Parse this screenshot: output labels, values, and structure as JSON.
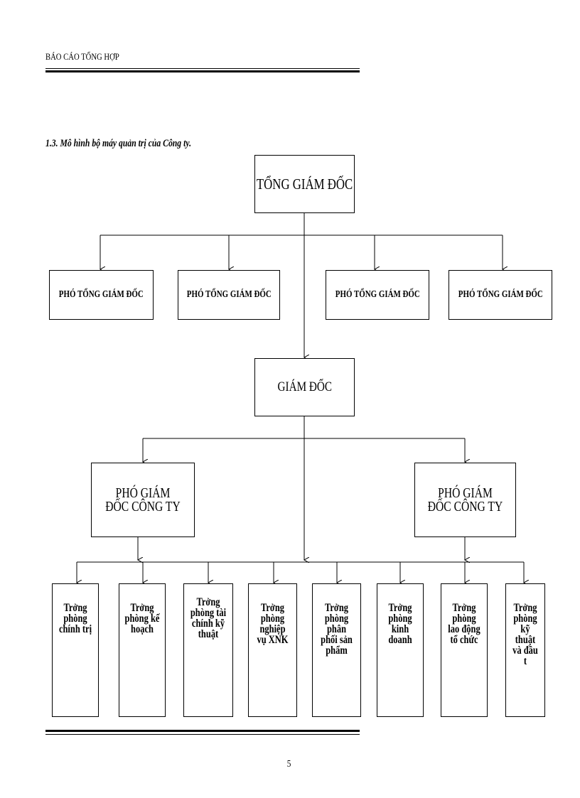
{
  "header": {
    "title": "BÁO CÁO TỔNG HỢP"
  },
  "section": {
    "heading": "1.3. Mô hình bộ máy quản trị của Công ty."
  },
  "org": {
    "ceo": "TỔNG GIÁM ĐỐC",
    "deputy_ceos": [
      "PHÓ TỔNG GIÁM ĐỐC",
      "PHÓ TỔNG GIÁM ĐỐC",
      "PHÓ TỔNG GIÁM ĐỐC",
      "PHÓ TỔNG GIÁM ĐỐC"
    ],
    "director": "GIÁM ĐỐC",
    "deputy_directors": [
      "PHÓ GIÁM ĐỐC CÔNG TY",
      "PHÓ GIÁM ĐỐC CÔNG TY"
    ],
    "departments": [
      "Trởng phòng chính trị",
      "Trởng phòng kế hoạch",
      "Trởng phòng tài chính kỹ thuật",
      "Trởng phòng nghiệp vụ XNK",
      "Trởng phòng phân phối sản phẩm",
      "Trởng phòng kinh doanh",
      "Trởng phòng lao động tổ chức",
      "Trởng phòng kỹ thuật và đầu t"
    ]
  },
  "footer": {
    "page_number": "5"
  }
}
